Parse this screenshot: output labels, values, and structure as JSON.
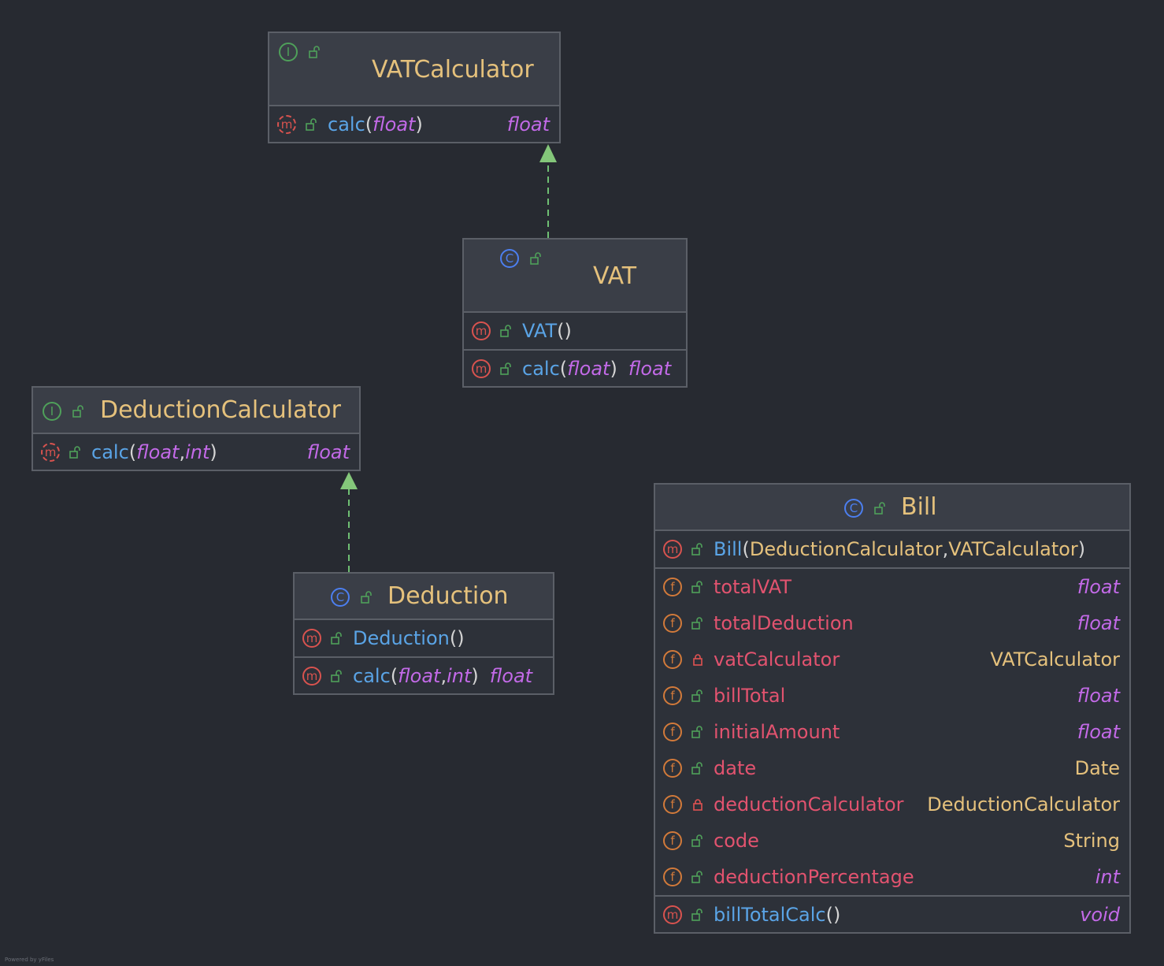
{
  "nodes": {
    "vat_calculator": {
      "kind": "I",
      "name": "VATCalculator",
      "methods": [
        {
          "name": "calc",
          "params": [
            "float"
          ],
          "returns": "float",
          "abstract": true
        }
      ]
    },
    "vat": {
      "kind": "C",
      "name": "VAT",
      "constructors": [
        {
          "name": "VAT",
          "params": []
        }
      ],
      "methods": [
        {
          "name": "calc",
          "params": [
            "float"
          ],
          "returns": "float"
        }
      ]
    },
    "deduction_calculator": {
      "kind": "I",
      "name": "DeductionCalculator",
      "methods": [
        {
          "name": "calc",
          "params": [
            "float",
            "int"
          ],
          "returns": "float",
          "abstract": true
        }
      ]
    },
    "deduction": {
      "kind": "C",
      "name": "Deduction",
      "constructors": [
        {
          "name": "Deduction",
          "params": []
        }
      ],
      "methods": [
        {
          "name": "calc",
          "params": [
            "float",
            "int"
          ],
          "returns": "float"
        }
      ]
    },
    "bill": {
      "kind": "C",
      "name": "Bill",
      "constructors": [
        {
          "name": "Bill",
          "params": [
            "DeductionCalculator",
            "VATCalculator"
          ]
        }
      ],
      "fields": [
        {
          "name": "totalVAT",
          "type": "float",
          "visibility": "public"
        },
        {
          "name": "totalDeduction",
          "type": "float",
          "visibility": "public"
        },
        {
          "name": "vatCalculator",
          "type": "VATCalculator",
          "visibility": "private"
        },
        {
          "name": "billTotal",
          "type": "float",
          "visibility": "public"
        },
        {
          "name": "initialAmount",
          "type": "float",
          "visibility": "public"
        },
        {
          "name": "date",
          "type": "Date",
          "visibility": "public"
        },
        {
          "name": "deductionCalculator",
          "type": "DeductionCalculator",
          "visibility": "private"
        },
        {
          "name": "code",
          "type": "String",
          "visibility": "public"
        },
        {
          "name": "deductionPercentage",
          "type": "int",
          "visibility": "public"
        }
      ],
      "methods": [
        {
          "name": "billTotalCalc",
          "params": [],
          "returns": "void"
        }
      ]
    }
  },
  "edges": [
    {
      "from": "VAT",
      "to": "VATCalculator",
      "relation": "implements"
    },
    {
      "from": "Deduction",
      "to": "DeductionCalculator",
      "relation": "implements"
    }
  ],
  "footer": "Powered by yFiles",
  "colors": {
    "background": "#272a31",
    "class_name": "#e5c17c",
    "method_name": "#5aa4e6",
    "field_name": "#e2536f",
    "primitive_type": "#c36ae8",
    "edge": "#6fbf73"
  }
}
